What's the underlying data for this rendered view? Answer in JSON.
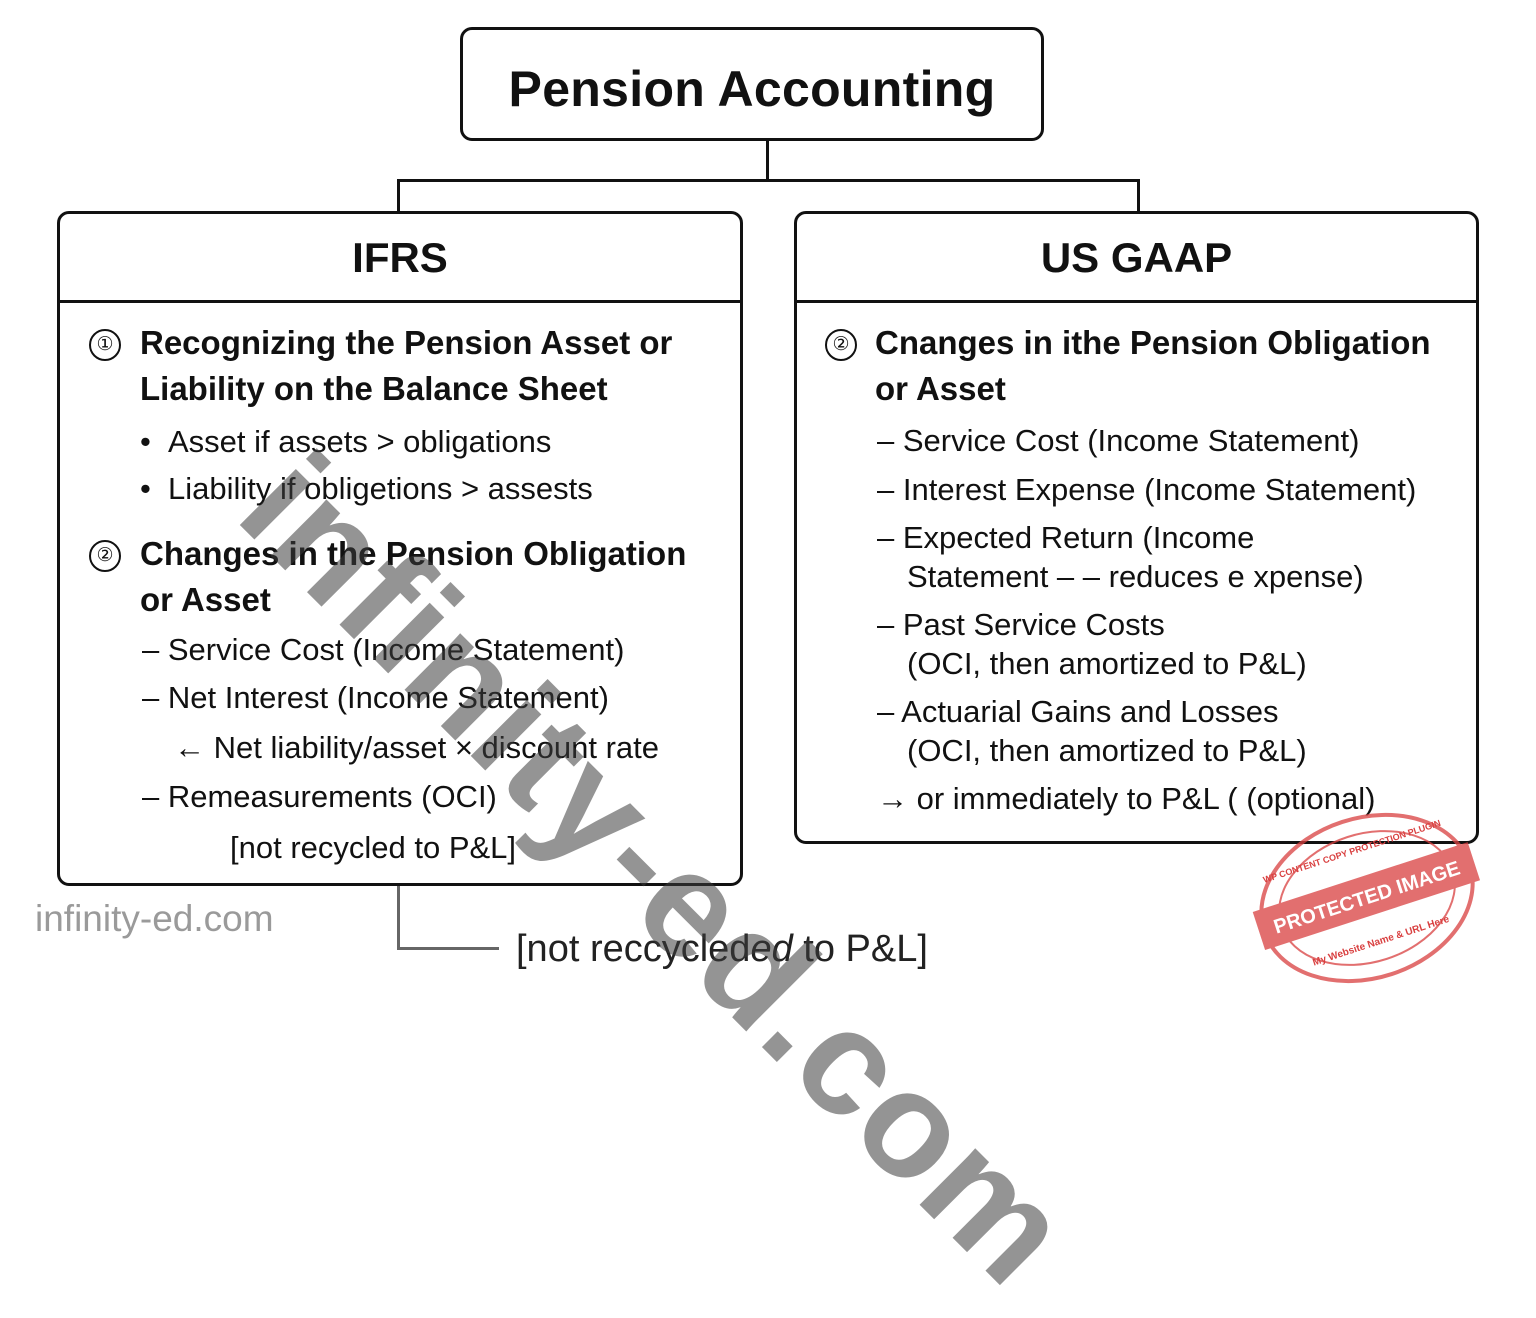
{
  "diagram": {
    "title": "Pension Accounting",
    "ifrs": {
      "header": "IFRS",
      "section1": {
        "number": "①",
        "heading_line1": "Recognizing the Pension Asset or",
        "heading_line2": "Liability on the Balance Sheet",
        "bullet1": "Asset if assets > obligations",
        "bullet2": "Liability if obligetions > assests"
      },
      "section2": {
        "number": "②",
        "heading_line1": "Changes in the Pension Obligation",
        "heading_line2": "or Asset",
        "item1": "– Service Cost  (Income Statement)",
        "item2": "– Net Interest (Income Statement)",
        "item2_sub": "← Net liability/asset × discount rate",
        "item3": "– Remeasurements (OCI)",
        "item3_note": "[not recycled to P&L]"
      }
    },
    "us_gaap": {
      "header": "US GAAP",
      "section": {
        "number": "②",
        "heading_line1": "Cnanges in ithe Pension Obligation",
        "heading_line2": "or Asset",
        "item1": "– Service Cost (Income Statement)",
        "item2": "– Interest Expense (Income Statement)",
        "item3_line1": "– Expected Return (Income",
        "item3_line2": "Statement – – reduces e xpense)",
        "item4_line1": "– Past Service Costs",
        "item4_line2": "(OCI, then amortized to P&L)",
        "item5_line1": "– Actuarial Gains and Losses",
        "item5_line2": "(OCI, then amortized to P&L)",
        "item6": "→ or immediately to P&L ( (optional)"
      }
    },
    "bottom_note": "[not reccycled",
    "bottom_note_italic": "ed",
    "bottom_note_end": " to P&L]"
  },
  "watermark": {
    "diagonal": "infinity-ed.com",
    "site": "infinity-ed.com",
    "stamp_main": "PROTECTED IMAGE",
    "stamp_top": "WP CONTENT COPY PROTECTION PLUGIN",
    "stamp_bottom": "My Website Name & URL Here",
    "stamp_color": "#d94040"
  }
}
